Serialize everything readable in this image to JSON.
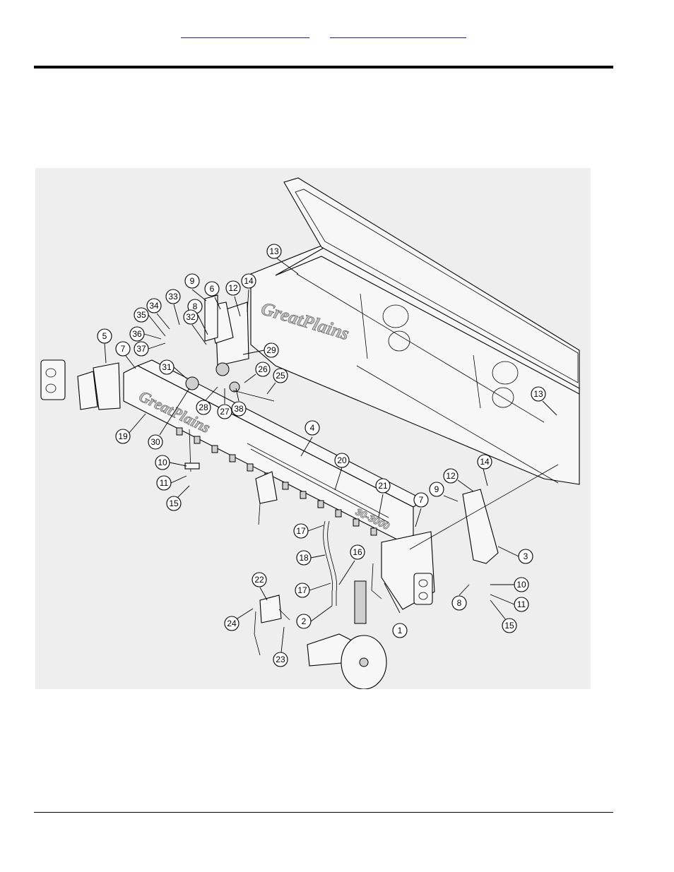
{
  "diagram": {
    "brand_text": "GreatPlains",
    "model_text": "30-3000",
    "callouts": [
      {
        "id": "c1",
        "label": "1"
      },
      {
        "id": "c2",
        "label": "2"
      },
      {
        "id": "c3",
        "label": "3"
      },
      {
        "id": "c4",
        "label": "4"
      },
      {
        "id": "c5",
        "label": "5"
      },
      {
        "id": "c6",
        "label": "6"
      },
      {
        "id": "c7a",
        "label": "7"
      },
      {
        "id": "c7b",
        "label": "7"
      },
      {
        "id": "c8a",
        "label": "8"
      },
      {
        "id": "c8b",
        "label": "8"
      },
      {
        "id": "c9a",
        "label": "9"
      },
      {
        "id": "c9b",
        "label": "9"
      },
      {
        "id": "c10a",
        "label": "10"
      },
      {
        "id": "c10b",
        "label": "10"
      },
      {
        "id": "c11a",
        "label": "11"
      },
      {
        "id": "c11b",
        "label": "11"
      },
      {
        "id": "c12a",
        "label": "12"
      },
      {
        "id": "c12b",
        "label": "12"
      },
      {
        "id": "c13a",
        "label": "13"
      },
      {
        "id": "c13b",
        "label": "13"
      },
      {
        "id": "c14a",
        "label": "14"
      },
      {
        "id": "c14b",
        "label": "14"
      },
      {
        "id": "c15a",
        "label": "15"
      },
      {
        "id": "c15b",
        "label": "15"
      },
      {
        "id": "c16",
        "label": "16"
      },
      {
        "id": "c17a",
        "label": "17"
      },
      {
        "id": "c17b",
        "label": "17"
      },
      {
        "id": "c18",
        "label": "18"
      },
      {
        "id": "c19",
        "label": "19"
      },
      {
        "id": "c20",
        "label": "20"
      },
      {
        "id": "c21",
        "label": "21"
      },
      {
        "id": "c22",
        "label": "22"
      },
      {
        "id": "c23",
        "label": "23"
      },
      {
        "id": "c24",
        "label": "24"
      },
      {
        "id": "c25",
        "label": "25"
      },
      {
        "id": "c26",
        "label": "26"
      },
      {
        "id": "c27",
        "label": "27"
      },
      {
        "id": "c28",
        "label": "28"
      },
      {
        "id": "c29",
        "label": "29"
      },
      {
        "id": "c30",
        "label": "30"
      },
      {
        "id": "c31",
        "label": "31"
      },
      {
        "id": "c32",
        "label": "32"
      },
      {
        "id": "c33",
        "label": "33"
      },
      {
        "id": "c34",
        "label": "34"
      },
      {
        "id": "c35",
        "label": "35"
      },
      {
        "id": "c36",
        "label": "36"
      },
      {
        "id": "c37",
        "label": "37"
      },
      {
        "id": "c38",
        "label": "38"
      }
    ]
  }
}
